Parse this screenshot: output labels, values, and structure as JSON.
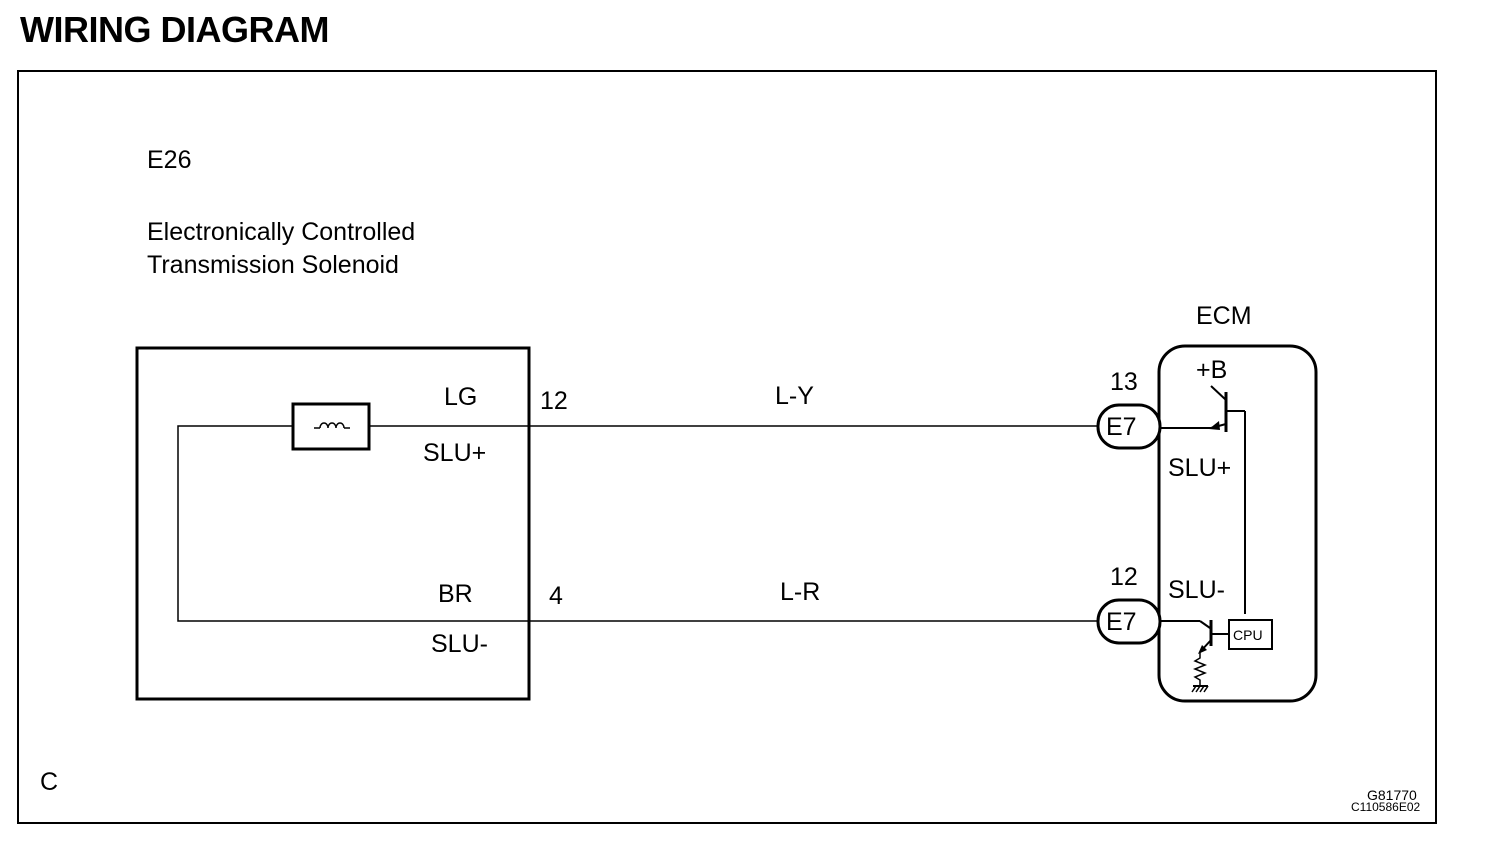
{
  "title": "WIRING DIAGRAM",
  "component": {
    "code": "E26",
    "name_line1": "Electronically Controlled",
    "name_line2": "Transmission Solenoid"
  },
  "ecm": {
    "label": "ECM",
    "power": "+B",
    "cpu": "CPU"
  },
  "circuits": [
    {
      "wire_color": "LG",
      "solenoid_pin": "12",
      "solenoid_signal": "SLU+",
      "harness_color": "L-Y",
      "ecm_pin": "13",
      "ecm_connector": "E7",
      "ecm_signal": "SLU+"
    },
    {
      "wire_color": "BR",
      "solenoid_pin": "4",
      "solenoid_signal": "SLU-",
      "harness_color": "L-R",
      "ecm_pin": "12",
      "ecm_connector": "E7",
      "ecm_signal": "SLU-"
    }
  ],
  "corner_code": "C",
  "figure_id": "G81770",
  "figure_subid": "C110586E02"
}
